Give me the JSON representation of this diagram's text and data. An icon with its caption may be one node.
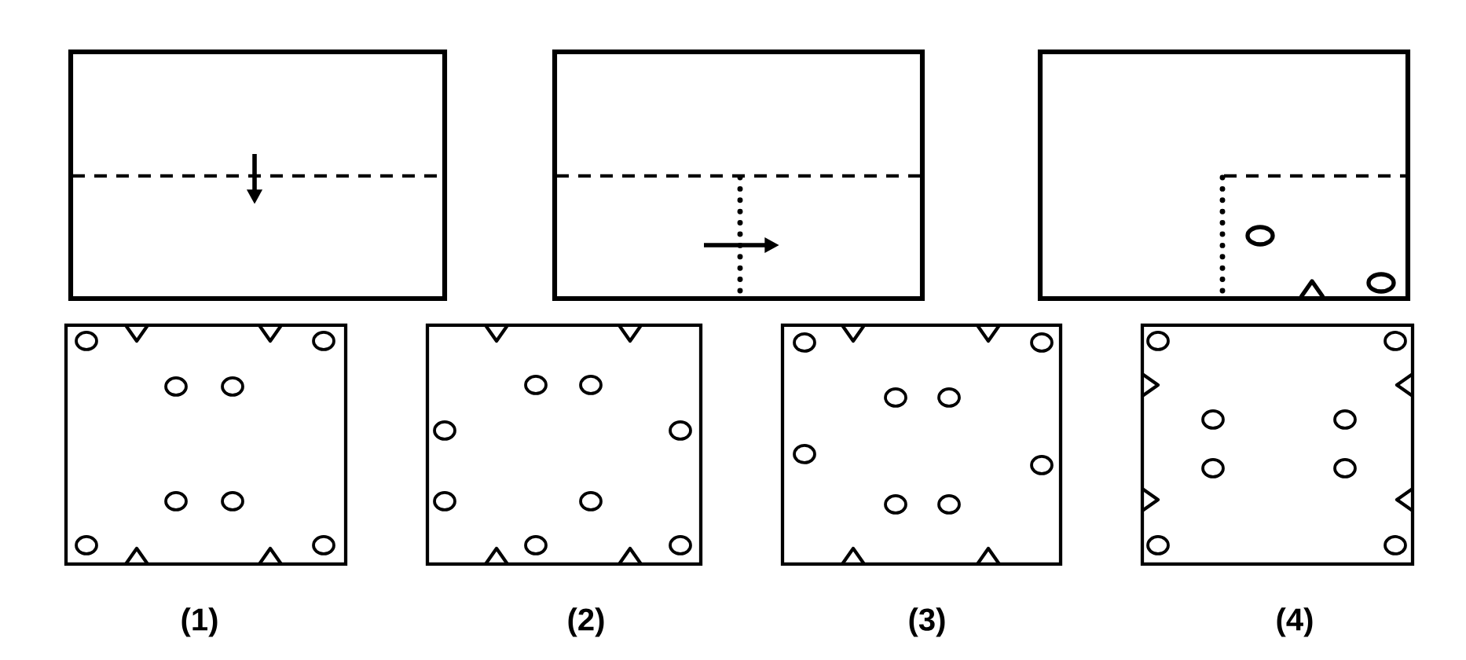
{
  "diagram": {
    "labels": [
      "(1)",
      "(2)",
      "(3)",
      "(4)"
    ]
  }
}
